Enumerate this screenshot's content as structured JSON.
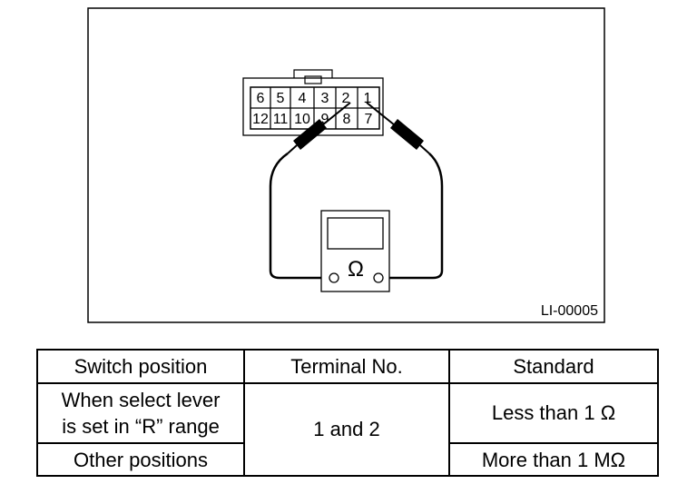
{
  "diagram": {
    "figure_id": "LI-00005",
    "meter_symbol": "Ω",
    "terminals_top": [
      "6",
      "5",
      "4",
      "3",
      "2",
      "1"
    ],
    "terminals_bottom": [
      "12",
      "11",
      "10",
      "9",
      "8",
      "7"
    ]
  },
  "table": {
    "headers": {
      "switch_position": "Switch position",
      "terminal_no": "Terminal No.",
      "standard": "Standard"
    },
    "rows": [
      {
        "position_line1": "When select lever",
        "position_line2": "is set in “R” range",
        "terminal": "1 and 2",
        "standard": "Less than 1 Ω"
      },
      {
        "position": "Other positions",
        "standard": "More than 1 MΩ"
      }
    ]
  }
}
